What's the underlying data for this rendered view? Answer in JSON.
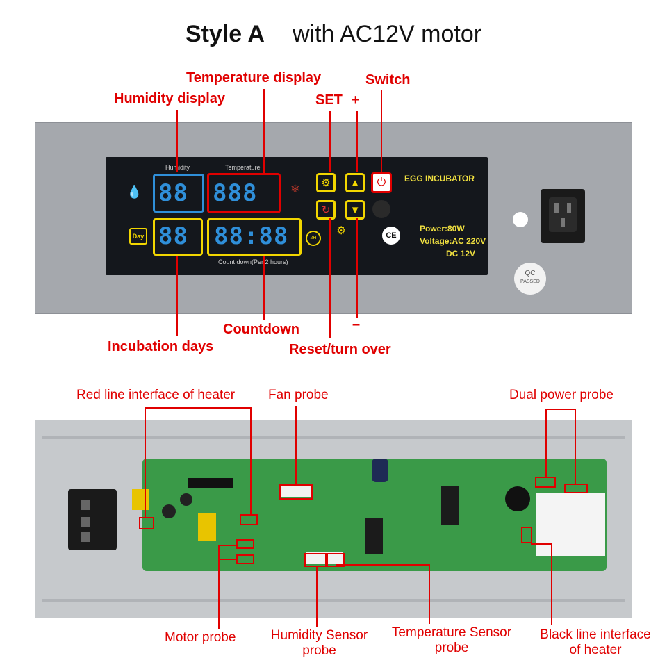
{
  "title": {
    "style": "Style A",
    "motor": "with AC12V motor"
  },
  "top_labels": {
    "temperature_display": "Temperature display",
    "humidity_display": "Humidity display",
    "set": "SET",
    "plus": "+",
    "switch": "Switch",
    "countdown": "Countdown",
    "incubation_days": "Incubation days",
    "minus": "–",
    "reset_turn_over": "Reset/turn over"
  },
  "panel": {
    "humidity": "Humidity",
    "temperature": "Temperature",
    "hum_digits": "88",
    "temp_digits": "888",
    "day_digits": "88",
    "count_digits": "88:88",
    "day_icon": "Day",
    "countdown_caption": "Count down(Per 2 hours)",
    "x2h": "2H",
    "brand": "EGG INCUBATOR",
    "power": "Power:80W",
    "voltage": "Voltage:AC 220V",
    "dc": "DC 12V",
    "ce": "CE",
    "qc": "QC",
    "passed": "PASSED"
  },
  "bottom_labels": {
    "red_line_heater": "Red line interface of heater",
    "fan_probe": "Fan probe",
    "dual_power_probe": "Dual power probe",
    "motor_probe": "Motor probe",
    "humidity_sensor_1": "Humidity Sensor",
    "humidity_sensor_2": "probe",
    "temperature_sensor_1": "Temperature Sensor",
    "temperature_sensor_2": "probe",
    "black_line_1": "Black line interface",
    "black_line_2": "of heater"
  },
  "colors": {
    "annotation": "#e00000",
    "lcd_digits": "#2f8fd9",
    "highlight": "#f2d600"
  }
}
